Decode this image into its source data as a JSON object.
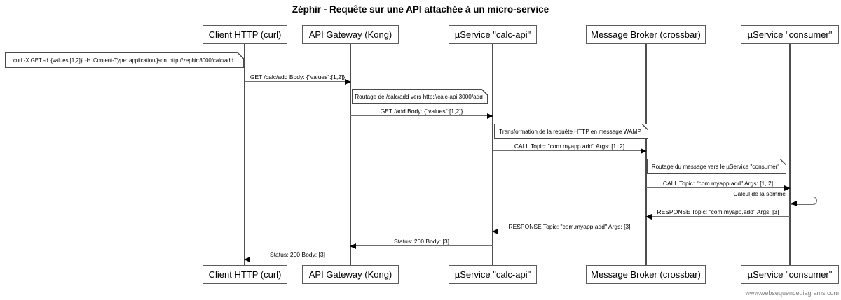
{
  "title": "Zéphir - Requête sur une API attachée à un micro-service",
  "watermark": "www.websequencediagrams.com",
  "colors": {
    "background": "#ffffff",
    "text": "#000000",
    "box_border": "#5c5c5c",
    "lifeline": "#4d4d4d",
    "message_line": "#6e6e6e",
    "arrowhead": "#000000",
    "watermark_text": "#7d7d7d"
  },
  "participants": [
    {
      "label": "Client HTTP (curl)"
    },
    {
      "label": "API Gateway (Kong)"
    },
    {
      "label": "µService \"calc-api\""
    },
    {
      "label": "Message Broker (crossbar)"
    },
    {
      "label": "µService \"consumer\""
    }
  ],
  "notes": [
    {
      "text": "curl -X GET -d '{values:[1,2]}' -H 'Content-Type: application/json' http://zephir:8000/calc/add"
    },
    {
      "text": "Routage de /calc/add vers http://calc-api:3000/add"
    },
    {
      "text": "Transformation de la requête HTTP en message WAMP"
    },
    {
      "text": "Routage du message vers le µService \"consumer\""
    }
  ],
  "messages": [
    {
      "label": "GET /calc/add Body: {\"values\":[1,2]}",
      "from": "Client HTTP (curl)",
      "to": "API Gateway (Kong)"
    },
    {
      "label": "GET /add Body: {\"values\":[1,2]}",
      "from": "API Gateway (Kong)",
      "to": "µService \"calc-api\""
    },
    {
      "label": "CALL Topic: \"com.myapp.add\" Args: [1, 2]",
      "from": "µService \"calc-api\"",
      "to": "Message Broker (crossbar)"
    },
    {
      "label": "CALL Topic: \"com.myapp.add\" Args: [1, 2]",
      "from": "Message Broker (crossbar)",
      "to": "µService \"consumer\""
    },
    {
      "label": "RESPONSE Topic: \"com.myapp.add\" Args: [3]",
      "from": "µService \"consumer\"",
      "to": "Message Broker (crossbar)"
    },
    {
      "label": "RESPONSE Topic: \"com.myapp.add\" Args: [3]",
      "from": "Message Broker (crossbar)",
      "to": "µService \"calc-api\""
    },
    {
      "label": "Status: 200 Body: [3]",
      "from": "µService \"calc-api\"",
      "to": "API Gateway (Kong)"
    },
    {
      "label": "Status: 200 Body: [3]",
      "from": "API Gateway (Kong)",
      "to": "Client HTTP (curl)"
    }
  ],
  "self_message": {
    "label": "Calcul de la somme",
    "participant": "µService \"consumer\""
  }
}
